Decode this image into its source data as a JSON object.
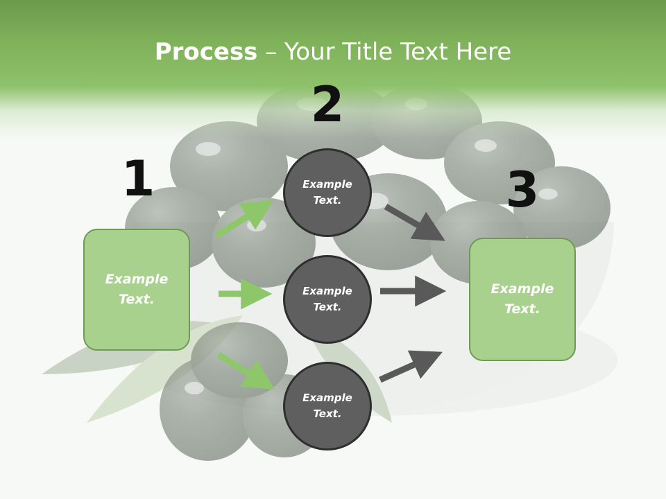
{
  "slide": {
    "title_bold": "Process",
    "title_rest": " – Your Title Text Here",
    "steps": [
      {
        "number": "1",
        "text_line1": "Example",
        "text_line2": "Text."
      },
      {
        "number": "2",
        "text_line1": "Example",
        "text_line2": "Text."
      },
      {
        "number": "3",
        "text_line1": "Example",
        "text_line2": "Text."
      }
    ],
    "circles": [
      {
        "text_line1": "Example",
        "text_line2": "Text."
      },
      {
        "text_line1": "Example",
        "text_line2": "Text."
      },
      {
        "text_line1": "Example",
        "text_line2": "Text."
      }
    ],
    "colors": {
      "header_green": "#8dc16a",
      "box_fill": "#a9d18e",
      "box_border": "#6f9a52",
      "circle_fill": "#5f5f5f",
      "circle_border": "#2e2e2e",
      "green_arrow": "#8dc76a",
      "gray_arrow": "#595959"
    }
  }
}
